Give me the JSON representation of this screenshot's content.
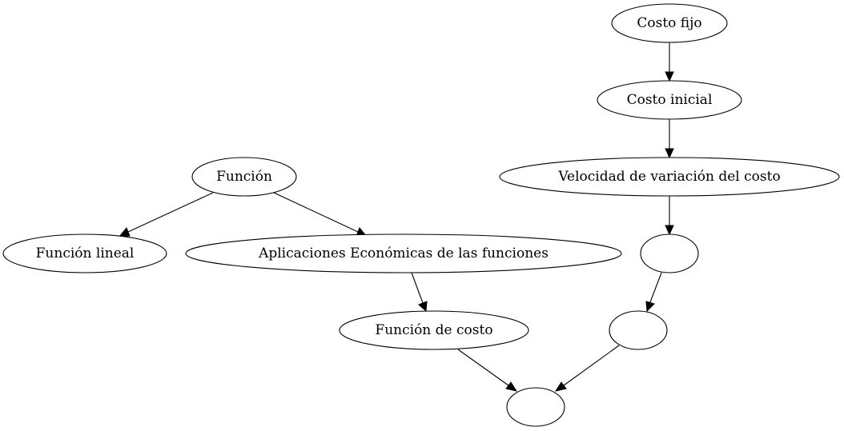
{
  "diagram": {
    "type": "directed-graph",
    "nodes": [
      {
        "id": "costo-fijo",
        "label": "Costo fijo"
      },
      {
        "id": "costo-inicial",
        "label": "Costo inicial"
      },
      {
        "id": "velocidad",
        "label": "Velocidad de variación del costo"
      },
      {
        "id": "funcion",
        "label": "Función"
      },
      {
        "id": "funcion-lineal",
        "label": "Función lineal"
      },
      {
        "id": "aplicaciones",
        "label": "Aplicaciones Económicas de las funciones"
      },
      {
        "id": "blank-1",
        "label": ""
      },
      {
        "id": "funcion-costo",
        "label": "Función de costo"
      },
      {
        "id": "blank-2",
        "label": ""
      },
      {
        "id": "blank-3",
        "label": ""
      }
    ],
    "edges": [
      {
        "from": "costo-fijo",
        "to": "costo-inicial"
      },
      {
        "from": "costo-inicial",
        "to": "velocidad"
      },
      {
        "from": "velocidad",
        "to": "blank-1"
      },
      {
        "from": "funcion",
        "to": "funcion-lineal"
      },
      {
        "from": "funcion",
        "to": "aplicaciones"
      },
      {
        "from": "aplicaciones",
        "to": "funcion-costo"
      },
      {
        "from": "blank-1",
        "to": "blank-2"
      },
      {
        "from": "funcion-costo",
        "to": "blank-3"
      },
      {
        "from": "blank-2",
        "to": "blank-3"
      }
    ]
  }
}
